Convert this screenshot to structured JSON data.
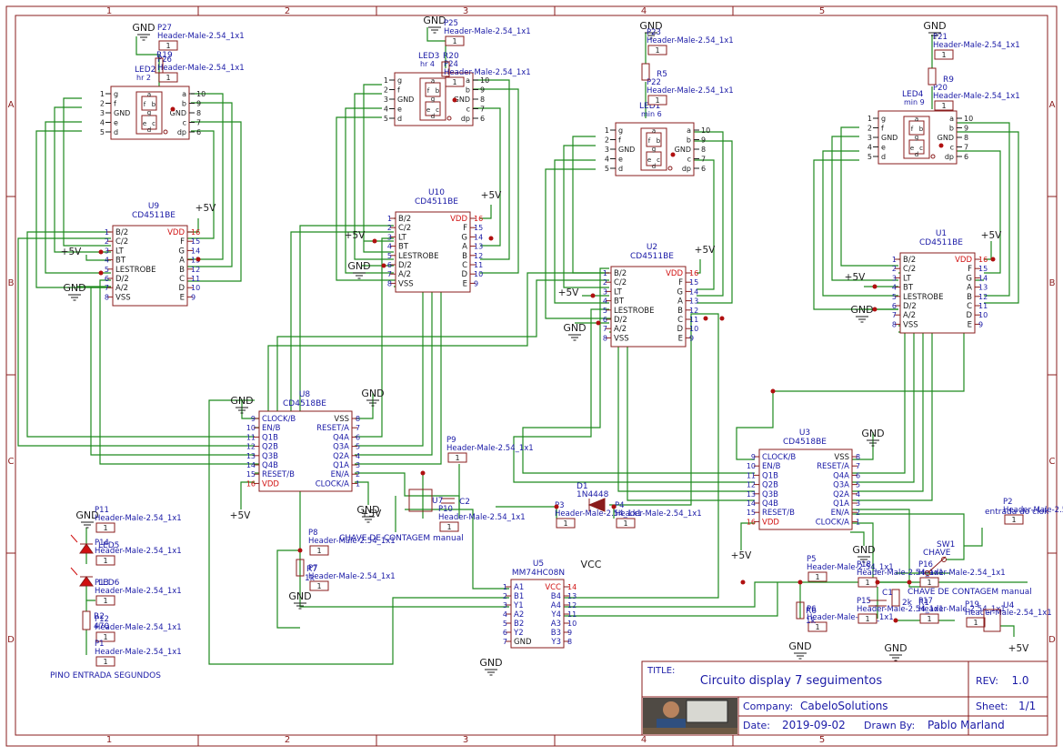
{
  "sheet": {
    "col_labels": [
      "1",
      "2",
      "3",
      "4",
      "5"
    ],
    "row_labels": [
      "A",
      "B",
      "C",
      "D"
    ]
  },
  "title_block": {
    "title_label": "TITLE:",
    "title": "Circuito display 7 seguimentos",
    "rev_label": "REV:",
    "rev": "1.0",
    "company_label": "Company:",
    "company": "CabeloSolutions",
    "sheet_label": "Sheet:",
    "sheet": "1/1",
    "date_label": "Date:",
    "date": "2019-09-02",
    "drawn_label": "Drawn By:",
    "drawn_by": "Pablo Marland"
  },
  "decoders": [
    {
      "ref": "U9",
      "part": "CD4511BE"
    },
    {
      "ref": "U10",
      "part": "CD4511BE"
    },
    {
      "ref": "U2",
      "part": "CD4511BE"
    },
    {
      "ref": "U1",
      "part": "CD4511BE"
    }
  ],
  "decoder_pins": {
    "left": [
      {
        "num": "1",
        "name": "B/2"
      },
      {
        "num": "2",
        "name": "C/2"
      },
      {
        "num": "3",
        "name": "LT"
      },
      {
        "num": "4",
        "name": "BT"
      },
      {
        "num": "5",
        "name": "LESTROBE"
      },
      {
        "num": "6",
        "name": "D/2"
      },
      {
        "num": "7",
        "name": "A/2"
      },
      {
        "num": "8",
        "name": "VSS"
      }
    ],
    "right": [
      {
        "num": "16",
        "name": "VDD"
      },
      {
        "num": "15",
        "name": "F"
      },
      {
        "num": "14",
        "name": "G"
      },
      {
        "num": "13",
        "name": "A"
      },
      {
        "num": "12",
        "name": "B"
      },
      {
        "num": "11",
        "name": "C"
      },
      {
        "num": "10",
        "name": "D"
      },
      {
        "num": "9",
        "name": "E"
      }
    ]
  },
  "displays": [
    {
      "ref": "LED2",
      "mode": "hr 2"
    },
    {
      "ref": "LED3",
      "mode": "hr 4"
    },
    {
      "ref": "LED1",
      "mode": "min 6"
    },
    {
      "ref": "LED4",
      "mode": "min 9"
    }
  ],
  "display_pins": {
    "left": [
      "1",
      "2",
      "3",
      "4",
      "5"
    ],
    "left_names": [
      "g",
      "f",
      "GND",
      "e",
      "d"
    ],
    "right": [
      "10",
      "9",
      "8",
      "7",
      "6"
    ],
    "right_names": [
      "a",
      "b",
      "GND",
      "c",
      "dp"
    ],
    "segments": [
      "a",
      "b",
      "c",
      "d",
      "e",
      "f",
      "g"
    ]
  },
  "counters": [
    {
      "ref": "U8",
      "part": "CD4518BE"
    },
    {
      "ref": "U3",
      "part": "CD4518BE"
    }
  ],
  "counter_pins": {
    "left": [
      {
        "num": "9",
        "name": "CLOCK/B"
      },
      {
        "num": "10",
        "name": "EN/B"
      },
      {
        "num": "11",
        "name": "Q1B"
      },
      {
        "num": "12",
        "name": "Q2B"
      },
      {
        "num": "13",
        "name": "Q3B"
      },
      {
        "num": "14",
        "name": "Q4B"
      },
      {
        "num": "15",
        "name": "RESET/B"
      },
      {
        "num": "16",
        "name": "VDD"
      }
    ],
    "right": [
      {
        "num": "8",
        "name": "VSS"
      },
      {
        "num": "7",
        "name": "RESET/A"
      },
      {
        "num": "6",
        "name": "Q4A"
      },
      {
        "num": "5",
        "name": "Q3A"
      },
      {
        "num": "4",
        "name": "Q2A"
      },
      {
        "num": "3",
        "name": "Q1A"
      },
      {
        "num": "2",
        "name": "EN/A"
      },
      {
        "num": "1",
        "name": "CLOCK/A"
      }
    ]
  },
  "and_gate": {
    "ref": "U5",
    "part": "MM74HC08N",
    "vcc": "VCC",
    "left": [
      {
        "num": "1",
        "name": "A1"
      },
      {
        "num": "2",
        "name": "B1"
      },
      {
        "num": "3",
        "name": "Y1"
      },
      {
        "num": "4",
        "name": "A2"
      },
      {
        "num": "5",
        "name": "B2"
      },
      {
        "num": "6",
        "name": "Y2"
      },
      {
        "num": "7",
        "name": "GND"
      }
    ],
    "right": [
      {
        "num": "14",
        "name": "VCC"
      },
      {
        "num": "13",
        "name": "B4"
      },
      {
        "num": "12",
        "name": "A4"
      },
      {
        "num": "11",
        "name": "Y4"
      },
      {
        "num": "10",
        "name": "A3"
      },
      {
        "num": "9",
        "name": "B3"
      },
      {
        "num": "8",
        "name": "Y3"
      }
    ]
  },
  "headers": {
    "part": "Header-Male-2.54_1x1",
    "pin": "1",
    "refs": [
      "P27",
      "P26",
      "P25",
      "P24",
      "P23",
      "P22",
      "P21",
      "P20",
      "P9",
      "P10",
      "P3",
      "P4",
      "P8",
      "P7",
      "P5",
      "P6",
      "P18",
      "P16",
      "P15",
      "P17",
      "P2",
      "P11",
      "P14",
      "P13",
      "P12",
      "P1",
      "P19"
    ]
  },
  "resistors": {
    "refs": [
      "R19",
      "R20",
      "R5",
      "R9",
      "R7",
      "R6",
      "R2",
      "R1"
    ],
    "values": [
      "1k",
      "470",
      "2k"
    ]
  },
  "misc": {
    "gnd": "GND",
    "plus5v": "+5V",
    "diode_ref": "D1",
    "diode_part": "1N4448",
    "cap_c2": "C2",
    "cap_c1": "C1",
    "u7": "U7",
    "u4": "U4",
    "sw1": "SW1",
    "chave": "CHAVE",
    "chave_manual": "CHAVE DE CONTAGEM manual",
    "entrada_clock": "entrada do clok",
    "pino_segundos": "PINO ENTRADA SEGUNDOS",
    "led5": "LED5",
    "led6": "LED6",
    "p_label": "P",
    "r_label": "R"
  }
}
